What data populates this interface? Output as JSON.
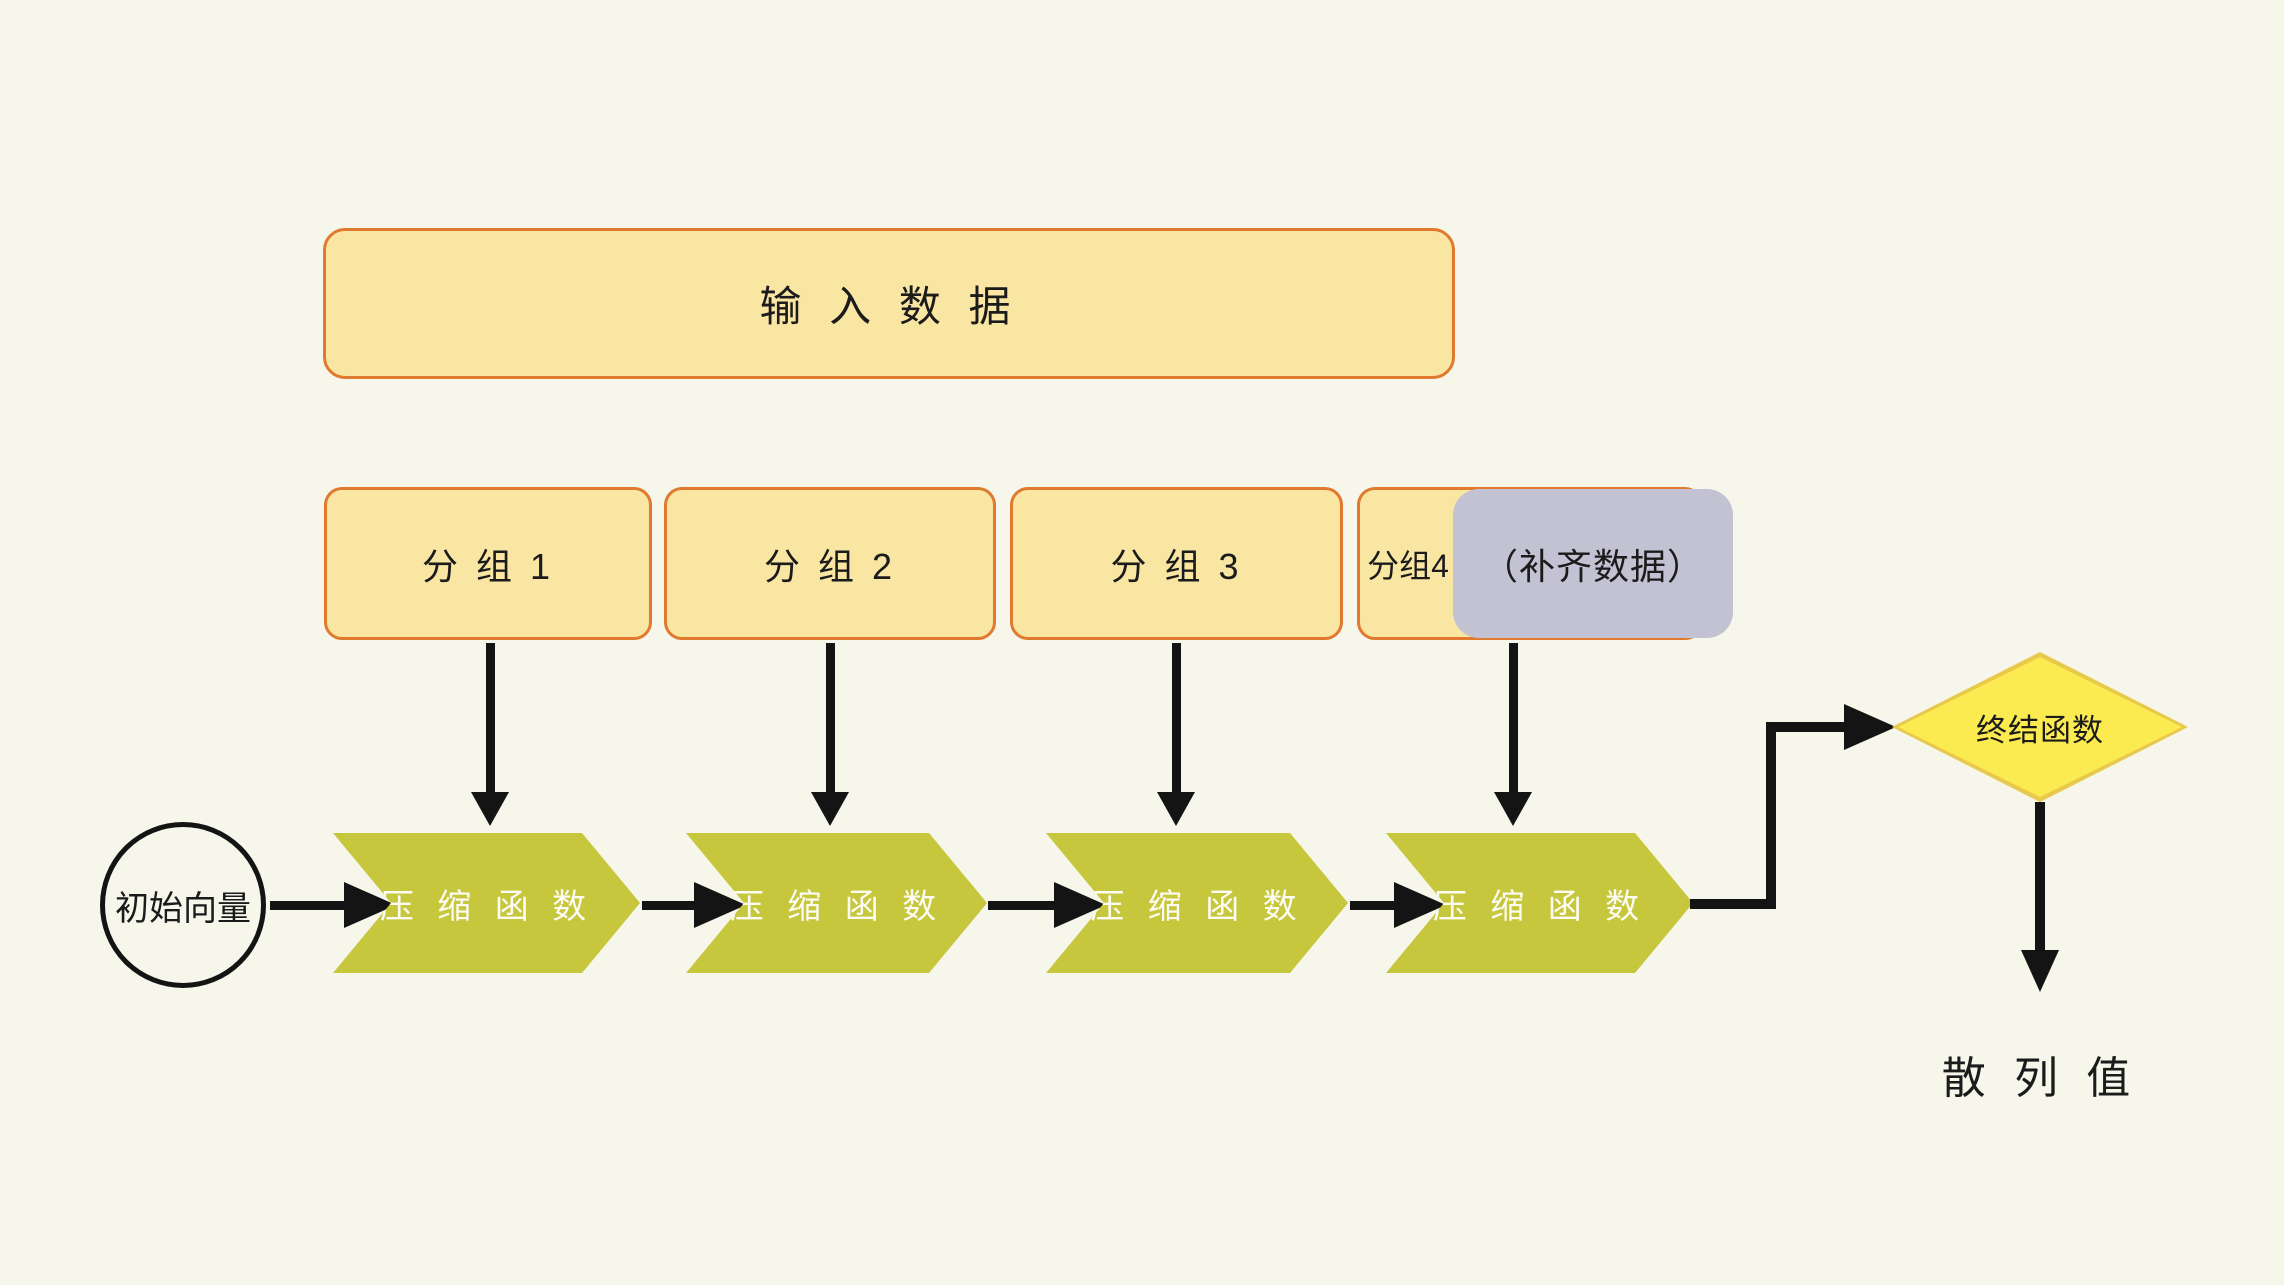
{
  "diagram": {
    "input": {
      "label": "输 入 数 据"
    },
    "groups": [
      {
        "label": "分 组 1"
      },
      {
        "label": "分 组 2"
      },
      {
        "label": "分 组 3"
      },
      {
        "label": "分组4"
      }
    ],
    "padding": {
      "label": "（补齐数据）"
    },
    "iv": {
      "label": "初始向量"
    },
    "compressions": [
      {
        "label": "压 缩 函 数"
      },
      {
        "label": "压 缩 函 数"
      },
      {
        "label": "压 缩 函 数"
      },
      {
        "label": "压 缩 函 数"
      }
    ],
    "finalize": {
      "label": "终结函数"
    },
    "output": {
      "label": "散 列 值"
    }
  },
  "colors": {
    "canvas_bg": "#F7F6EB",
    "box_fill": "#FAE6A3",
    "box_border": "#DF7A2E",
    "chevron_fill": "#C6C73C",
    "chevron_text": "#FDFCF4",
    "padding_fill": "#C2C2D3",
    "diamond_fill": "#FBEA50",
    "diamond_border": "#E8C94B",
    "arrow": "#141414",
    "text": "#1B1B1B"
  }
}
